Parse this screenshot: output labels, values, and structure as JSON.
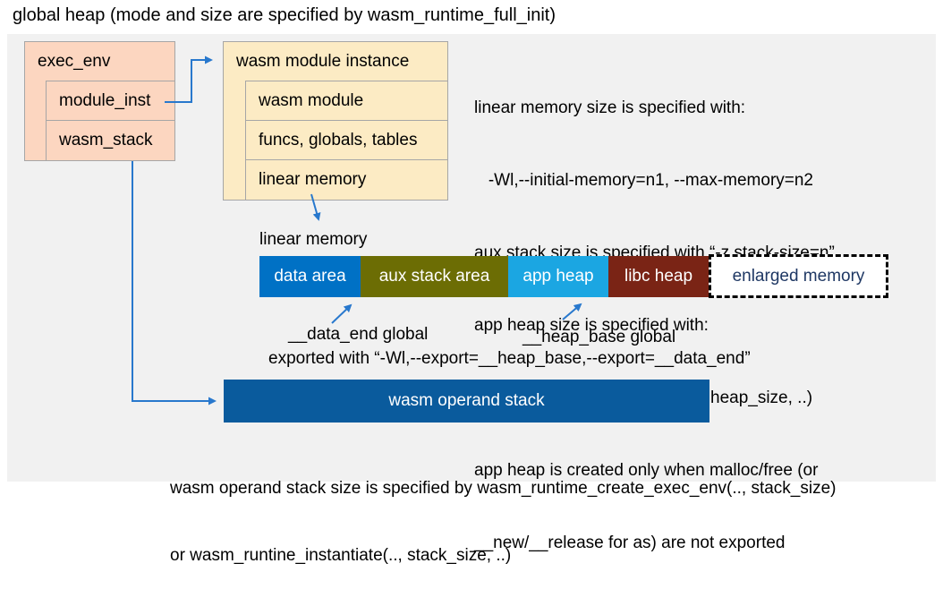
{
  "title": "global heap (mode and size are specified by wasm_runtime_full_init)",
  "colors": {
    "panel_bg": "#f1f1f1",
    "exec_box_fill": "#fcd6c0",
    "instance_box_fill": "#fcebc4",
    "box_border": "#a6a6a6",
    "arrow": "#2878cd",
    "operand_stack_fill": "#0a5b9d",
    "enlarged_text": "#1f3864"
  },
  "exec_env": {
    "header": "exec_env",
    "rows": [
      "module_inst",
      "wasm_stack"
    ]
  },
  "module_instance": {
    "header": "wasm module instance",
    "rows": [
      "wasm module",
      "funcs, globals, tables",
      "linear memory"
    ]
  },
  "notes": {
    "lines": [
      "linear memory size is specified with:",
      "   -Wl,--initial-memory=n1, --max-memory=n2",
      "aux stack size is specified with “-z stack-size=n”",
      "app heap size is specified with:",
      "   wasm_runtime_instantiate(.., heap_size, ..)",
      "app heap is created only when malloc/free (or",
      "__new/__release for as) are not exported"
    ]
  },
  "linear_memory": {
    "label": "linear memory",
    "segments": [
      {
        "label": "data area",
        "color": "#0071c5"
      },
      {
        "label": "aux stack area",
        "color": "#6c6d04"
      },
      {
        "label": "app heap",
        "color": "#1ba6e2"
      },
      {
        "label": "libc heap",
        "color": "#7a2415"
      },
      {
        "label": "enlarged memory",
        "color": "#ffffff"
      }
    ],
    "annotations": {
      "data_end": "__data_end global",
      "heap_base": "__heap_base global",
      "exported": "exported with “-Wl,--export=__heap_base,--export=__data_end”"
    }
  },
  "operand_stack": {
    "label": "wasm operand stack"
  },
  "footer": {
    "lines": [
      "wasm operand stack size is specified by wasm_runtime_create_exec_env(.., stack_size)",
      "or wasm_runtine_instantiate(.., stack_size, ..)"
    ]
  }
}
